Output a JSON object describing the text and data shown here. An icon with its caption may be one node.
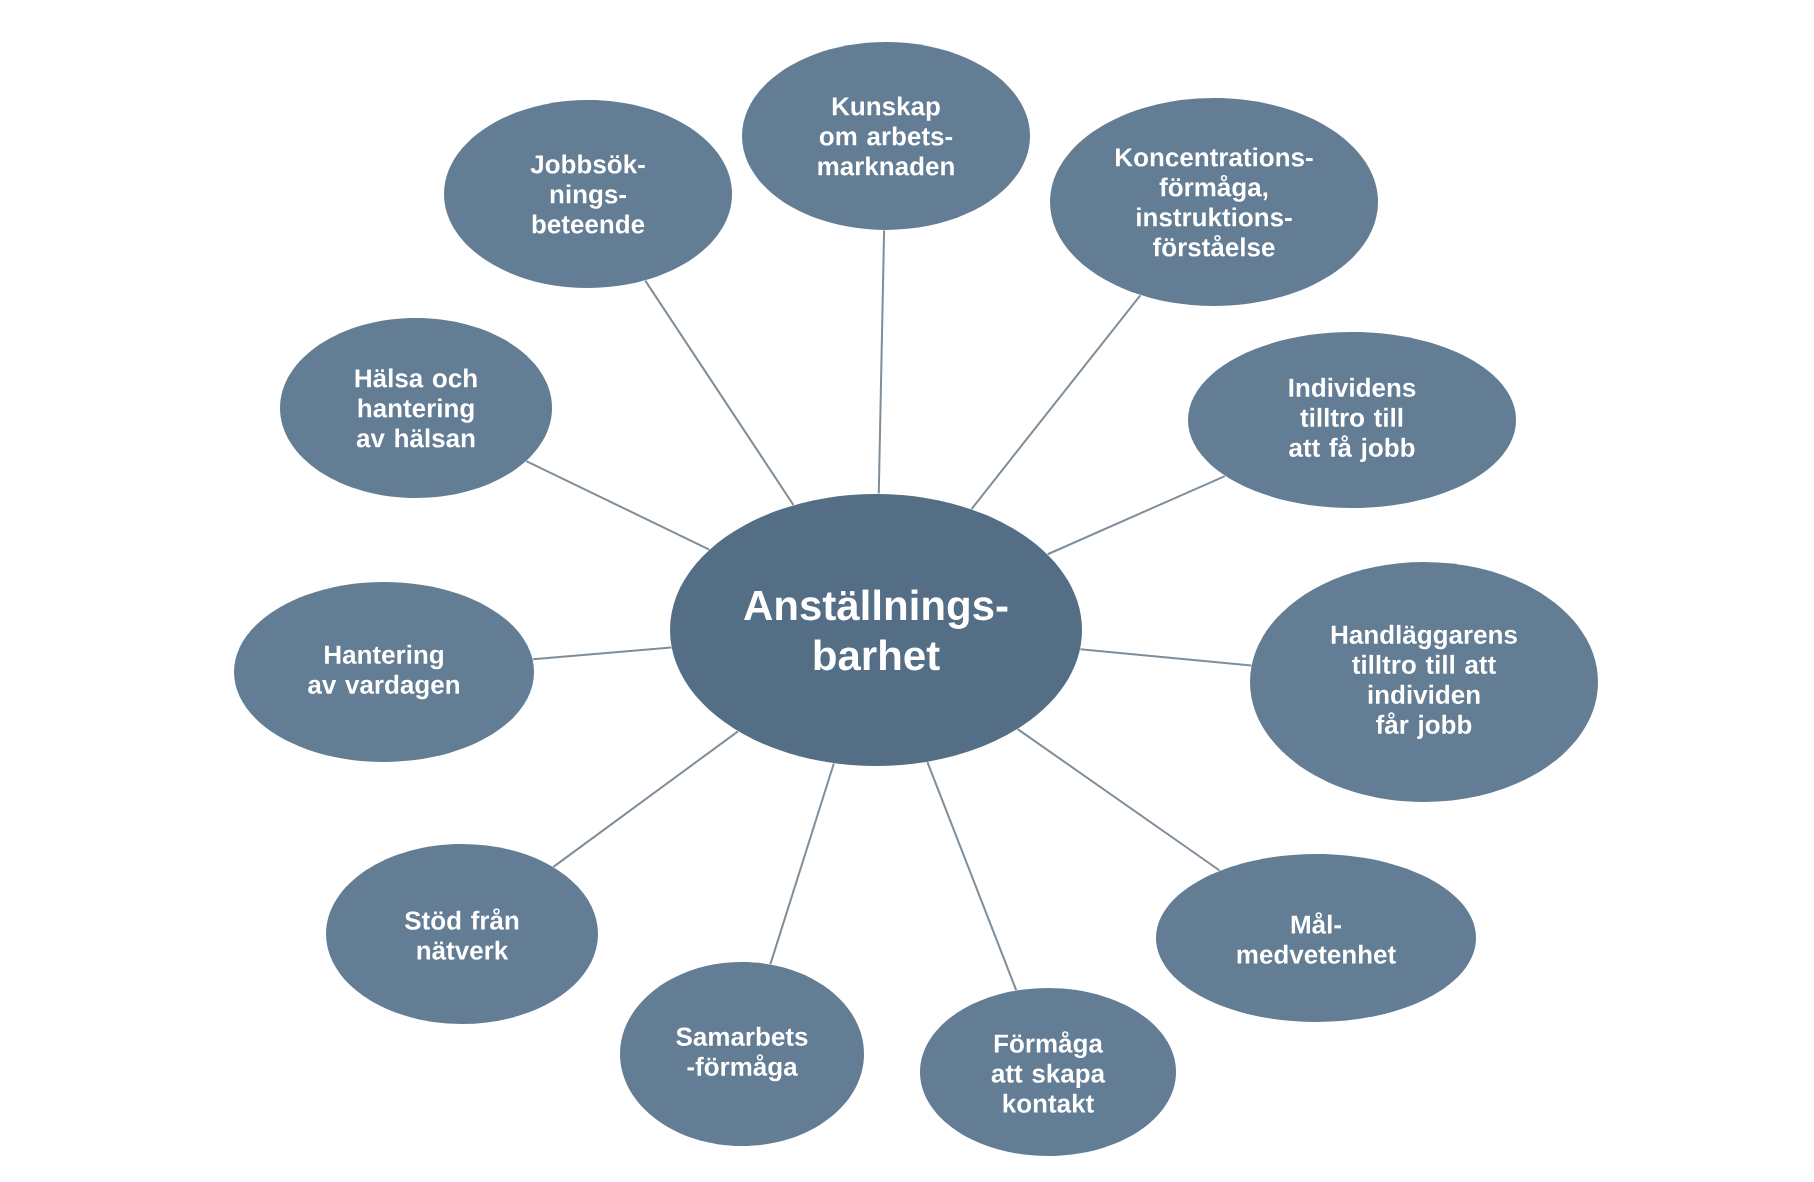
{
  "diagram": {
    "nodes": [
      {
        "text": [
          "Anställnings- barhet"
        ]
      },
      {
        "text": [
          "Kunskap om arbets- marknaden"
        ]
      },
      {
        "text": [
          "Koncentrations- förmåga, instruktions- förståelse"
        ]
      },
      {
        "text": [
          "Individens tilltro till att få jobb"
        ]
      },
      {
        "text": [
          "Handläggarens tilltro till att individen får jobb"
        ]
      },
      {
        "text": [
          "Mål- medvetenhet"
        ]
      },
      {
        "text": [
          "Förmåga att skapa kontakt"
        ]
      },
      {
        "text": [
          "Samarbets -förmåga"
        ]
      },
      {
        "text": [
          "Stöd från nätverk"
        ]
      },
      {
        "text": [
          "Hantering av vardagen"
        ]
      },
      {
        "text": [
          "Hälsa och hantering av hälsan"
        ]
      },
      {
        "text": [
          "Jobbsök- nings- beteende"
        ]
      }
    ],
    "edges": [
      {
        "from": 0,
        "to": 1,
        "arrow": "none"
      },
      {
        "from": 0,
        "to": 2,
        "arrow": "none"
      },
      {
        "from": 0,
        "to": 3,
        "arrow": "none"
      },
      {
        "from": 0,
        "to": 4,
        "arrow": "none"
      },
      {
        "from": 0,
        "to": 5,
        "arrow": "none"
      },
      {
        "from": 0,
        "to": 6,
        "arrow": "none"
      },
      {
        "from": 0,
        "to": 7,
        "arrow": "none"
      },
      {
        "from": 0,
        "to": 8,
        "arrow": "none"
      },
      {
        "from": 0,
        "to": 9,
        "arrow": "none"
      },
      {
        "from": 0,
        "to": 10,
        "arrow": "none"
      },
      {
        "from": 0,
        "to": 11,
        "arrow": "none"
      }
    ]
  }
}
